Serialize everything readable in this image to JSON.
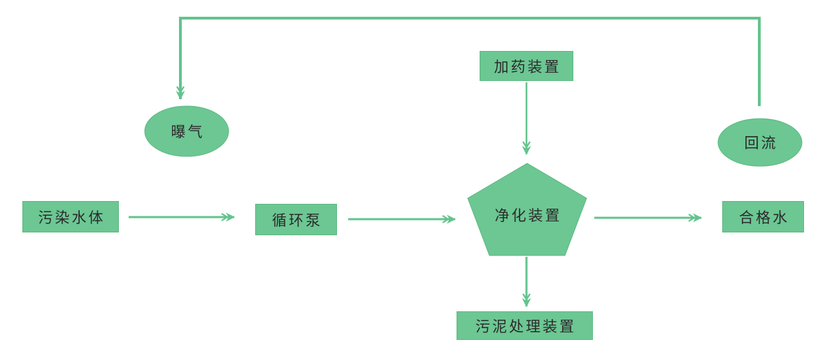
{
  "diagram": {
    "background_color": "#ffffff",
    "shape_fill_color": "#6cc793",
    "shape_border_color": "#5cb981",
    "line_color": "#63c48d",
    "text_color": "#2b2b2b",
    "nodes": {
      "aeration": {
        "label": "曝气",
        "shape": "ellipse"
      },
      "reflux": {
        "label": "回流",
        "shape": "ellipse"
      },
      "dosing_device": {
        "label": "加药装置",
        "shape": "rect"
      },
      "polluted_water": {
        "label": "污染水体",
        "shape": "rect"
      },
      "circulation_pump": {
        "label": "循环泵",
        "shape": "rect"
      },
      "purification_device": {
        "label": "净化装置",
        "shape": "pentagon"
      },
      "qualified_water": {
        "label": "合格水",
        "shape": "rect"
      },
      "sludge_treatment": {
        "label": "污泥处理装置",
        "shape": "rect"
      }
    },
    "edges": [
      {
        "from": "污染水体",
        "to": "循环泵",
        "style": "arrow"
      },
      {
        "from": "循环泵",
        "to": "净化装置",
        "style": "arrow"
      },
      {
        "from": "净化装置",
        "to": "合格水",
        "style": "arrow"
      },
      {
        "from": "加药装置",
        "to": "净化装置",
        "style": "arrow"
      },
      {
        "from": "净化装置",
        "to": "污泥处理装置",
        "style": "arrow"
      },
      {
        "from": "回流",
        "to": "曝气",
        "style": "arrow-elbow-over-top"
      }
    ]
  }
}
